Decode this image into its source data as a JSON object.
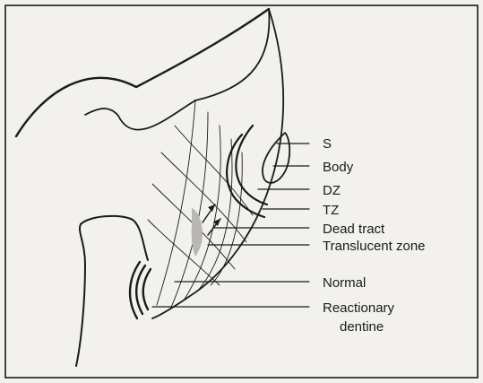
{
  "labels": {
    "s": "S",
    "body": "Body",
    "dz": "DZ",
    "tz": "TZ",
    "dead_tract": "Dead tract",
    "translucent_zone": "Translucent zone",
    "normal": "Normal",
    "reactionary_line1": "Reactionary",
    "reactionary_line2": "dentine"
  },
  "colors": {
    "ink": "#1a1a1a",
    "background": "#f2f1ee",
    "dead_tract_shade": "#b9b7b2"
  }
}
